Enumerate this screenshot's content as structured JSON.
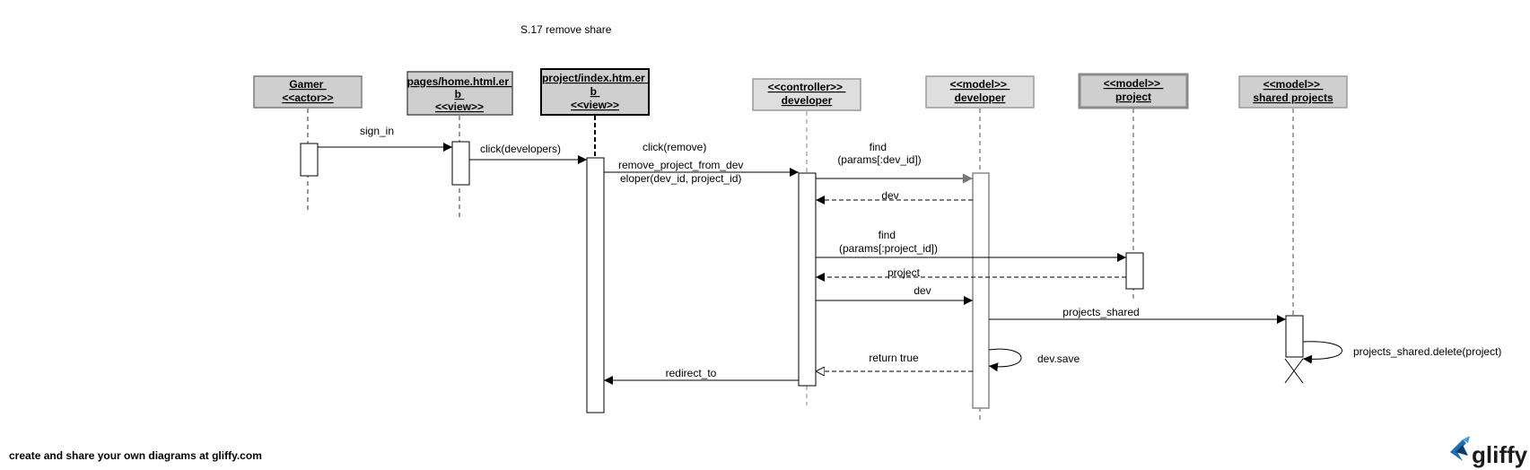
{
  "diagram": {
    "title": "S.17 remove share",
    "lifelines": [
      {
        "id": "gamer",
        "lines": [
          "Gamer",
          "<<actor>>"
        ]
      },
      {
        "id": "home",
        "lines": [
          "pages/home.html.er",
          "b",
          "<<view>>"
        ]
      },
      {
        "id": "index",
        "lines": [
          "project/index.htm.er",
          "b",
          "<<view>>"
        ]
      },
      {
        "id": "ctrl",
        "lines": [
          "<<controller>>",
          "developer"
        ]
      },
      {
        "id": "mdev",
        "lines": [
          "<<model>>",
          "developer"
        ]
      },
      {
        "id": "mproj",
        "lines": [
          "<<model>>",
          "project"
        ]
      },
      {
        "id": "mshared",
        "lines": [
          "<<model>>",
          "shared projects"
        ]
      }
    ],
    "messages": [
      {
        "id": "m1",
        "lines": [
          "sign_in"
        ]
      },
      {
        "id": "m2",
        "lines": [
          "click(developers)"
        ]
      },
      {
        "id": "m3",
        "lines": [
          "click(remove)"
        ]
      },
      {
        "id": "m4",
        "lines": [
          "remove_project_from_dev",
          "eloper(dev_id, project_id)"
        ]
      },
      {
        "id": "m5",
        "lines": [
          "find",
          "(params[:dev_id])"
        ]
      },
      {
        "id": "m6",
        "lines": [
          "dev"
        ]
      },
      {
        "id": "m7",
        "lines": [
          "find",
          "(params[:project_id])"
        ]
      },
      {
        "id": "m8",
        "lines": [
          "project"
        ]
      },
      {
        "id": "m9",
        "lines": [
          "dev"
        ]
      },
      {
        "id": "m10",
        "lines": [
          "projects_shared"
        ]
      },
      {
        "id": "m11",
        "lines": [
          "dev.save"
        ]
      },
      {
        "id": "m12",
        "lines": [
          "projects_shared.delete(project)"
        ]
      },
      {
        "id": "m13",
        "lines": [
          "return true"
        ]
      },
      {
        "id": "m14",
        "lines": [
          "redirect_to"
        ]
      }
    ]
  },
  "footer": {
    "text": "create and share your own diagrams at gliffy.com",
    "logo": "gliffy",
    "logo_icon": "gliffy-logo-icon"
  }
}
